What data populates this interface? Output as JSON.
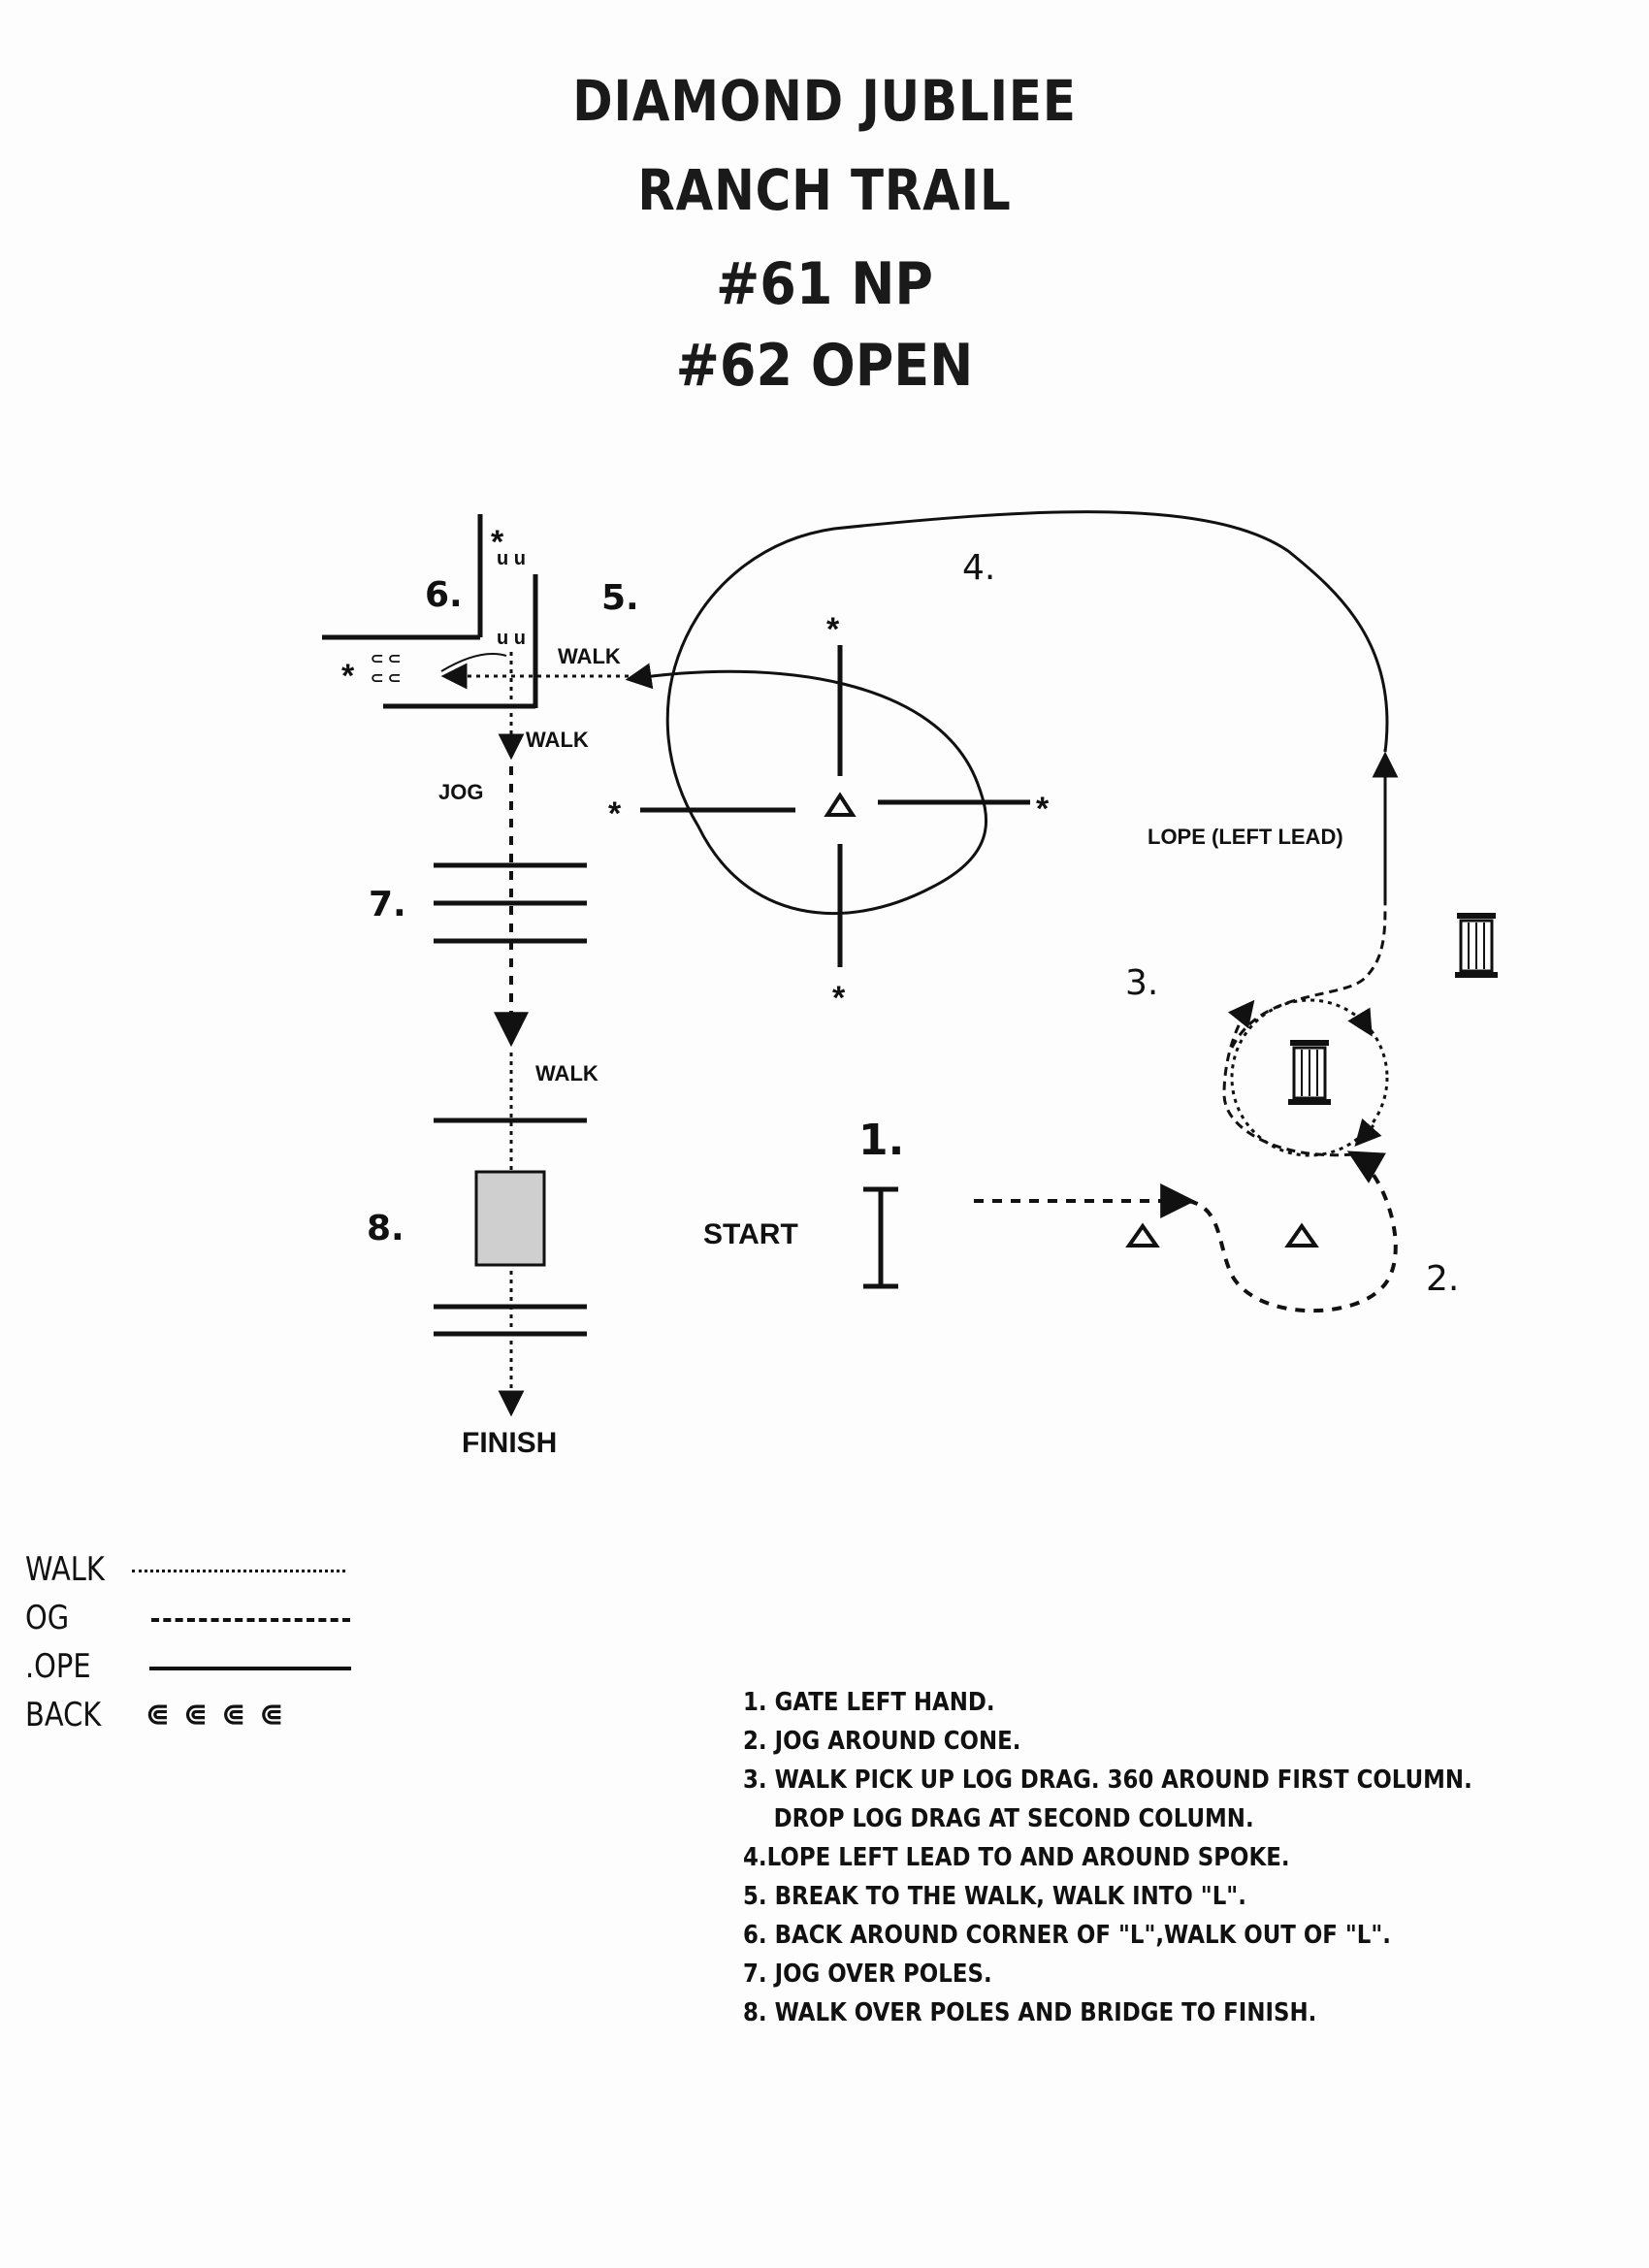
{
  "header": {
    "title_line1": "DIAMOND JUBLIEE",
    "title_line2": "RANCH TRAIL",
    "class_np": "#61  NP",
    "class_open": "#62 OPEN"
  },
  "course": {
    "obstacle_numbers": {
      "one": "1.",
      "two": "2.",
      "three": "3.",
      "four": "4.",
      "five": "5.",
      "six": "6.",
      "seven": "7.",
      "eight": "8."
    },
    "labels": {
      "start": "START",
      "finish": "FINISH",
      "walk_into_l": "WALK",
      "walk_out_l": "WALK",
      "jog": "JOG",
      "walk_bridge": "WALK",
      "lope": "LOPE (LEFT LEAD)"
    },
    "markers": {
      "star_l_top": "*",
      "star_l_left": "*",
      "star_spoke_top": "*",
      "star_spoke_left": "*",
      "star_spoke_right": "*",
      "star_spoke_bottom": "*"
    },
    "back_marks": {
      "top_row": "u u",
      "second_row": "u u",
      "left_a": "⊂ ⊂",
      "left_b": "⊂ ⊂"
    }
  },
  "legend": {
    "walk": "WALK",
    "jog": "OG",
    "lope": ".OPE",
    "back": "BACK",
    "back_symbols": "⋐⋐⋐⋐"
  },
  "instructions": [
    "1. GATE LEFT HAND.",
    "2. JOG AROUND CONE.",
    "3. WALK PICK UP LOG DRAG. 360  AROUND FIRST COLUMN.",
    "DROP LOG DRAG AT SECOND COLUMN.",
    "4.LOPE LEFT LEAD TO AND AROUND SPOKE.",
    "5. BREAK TO THE WALK, WALK INTO \"L\".",
    "6. BACK AROUND CORNER OF \"L\",WALK OUT OF \"L\".",
    "7. JOG OVER POLES.",
    "8. WALK OVER POLES AND BRIDGE TO FINISH."
  ]
}
